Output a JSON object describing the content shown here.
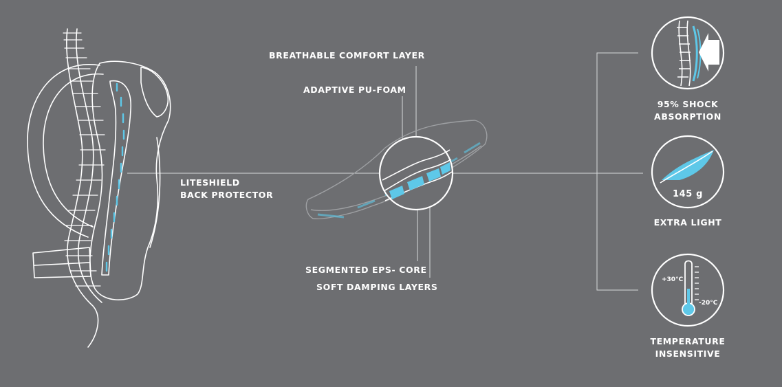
{
  "product": {
    "name_line1": "LITESHIELD",
    "name_line2": "BACK PROTECTOR"
  },
  "layers": {
    "breathable": "BREATHABLE COMFORT LAYER",
    "adaptive": "ADAPTIVE PU-FOAM",
    "segmented": "SEGMENTED EPS- CORE",
    "soft": "SOFT DAMPING LAYERS"
  },
  "features": [
    {
      "icon": "spine-shock-icon",
      "line1": "95% SHOCK",
      "line2": "ABSORPTION"
    },
    {
      "icon": "feather-icon",
      "value": "145 g",
      "line1": "EXTRA LIGHT"
    },
    {
      "icon": "thermometer-icon",
      "temp_high": "+30°C",
      "temp_low": "-20°C",
      "line1": "TEMPERATURE",
      "line2": "INSENSITIVE"
    }
  ],
  "colors": {
    "background": "#6d6e71",
    "line": "#ffffff",
    "accent": "#5ec8e8"
  }
}
